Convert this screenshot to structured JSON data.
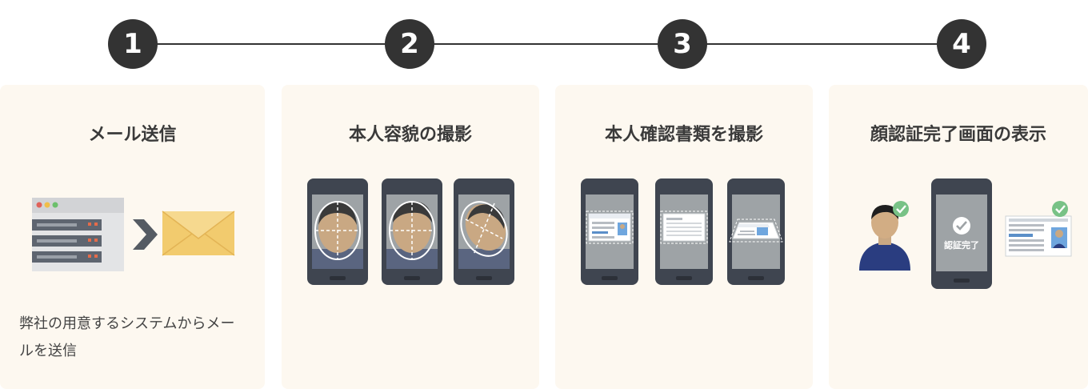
{
  "steps": [
    {
      "number": "1",
      "title": "メール送信",
      "desc": "弊社の用意するシステムからメールを送信"
    },
    {
      "number": "2",
      "title": "本人容貌の撮影",
      "desc": ""
    },
    {
      "number": "3",
      "title": "本人確認書類を撮影",
      "desc": ""
    },
    {
      "number": "4",
      "title": "顔認証完了画面の表示",
      "desc": ""
    }
  ],
  "complete_label": "認証完了",
  "colors": {
    "dark": "#333333",
    "card_bg": "#fdf8f0",
    "phone_body": "#3f4550",
    "phone_screen": "#9ea3a6",
    "envelope": "#f2cb6e",
    "check": "#78c286"
  },
  "icons": [
    "server-browser-icon",
    "arrow-right-icon",
    "envelope-icon",
    "face-guide-icon",
    "id-card-icon",
    "person-icon",
    "checkmark-icon"
  ]
}
